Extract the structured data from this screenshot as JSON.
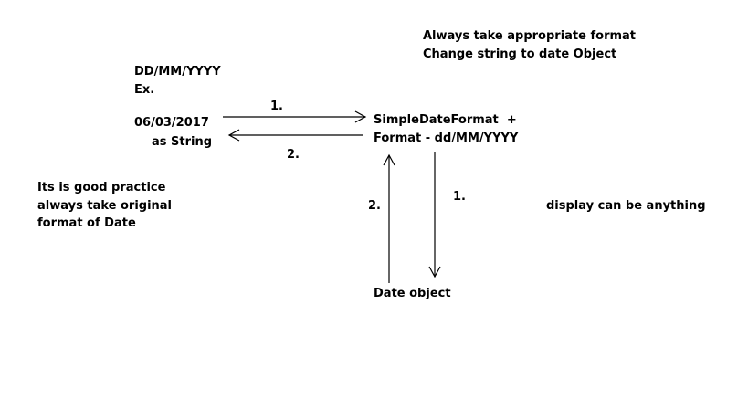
{
  "notes": {
    "header_line1": "Always take appropriate format",
    "header_line2": "Change string to date Object",
    "display_note": "display can be anything",
    "practice_line1": "Its is good practice",
    "practice_line2": "always take original",
    "practice_line3": "format of Date"
  },
  "input": {
    "pattern": "DD/MM/YYYY",
    "example_label": "Ex.",
    "value": "06/03/2017",
    "type_label": "as String"
  },
  "formatter": {
    "line1": "SimpleDateFormat  +",
    "line2": "Format - dd/MM/YYYY"
  },
  "output": {
    "label": "Date object"
  },
  "steps": {
    "parse_top": "1.",
    "format_top": "2.",
    "parse_down": "1.",
    "format_up": "2."
  },
  "colors": {
    "text": "#000000",
    "line": "#000000",
    "background": "#ffffff"
  }
}
